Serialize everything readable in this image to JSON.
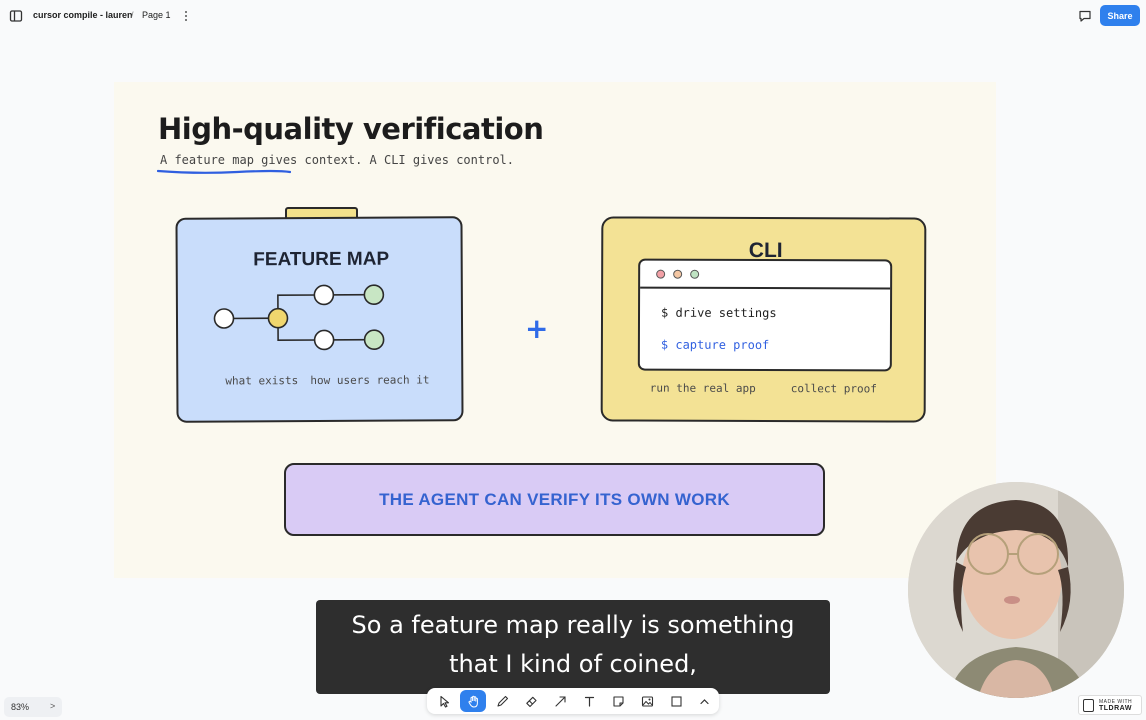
{
  "topbar": {
    "doc_title": "cursor compile - lauren",
    "separator": "/",
    "page_name": "Page 1",
    "share_label": "Share"
  },
  "slide": {
    "title": "High-quality verification",
    "subtitle": "A feature map gives context. A CLI gives control.",
    "feature_map": {
      "title": "FEATURE MAP",
      "label_left": "what exists",
      "label_right": "how users reach it"
    },
    "plus": "+",
    "cli": {
      "title": "CLI",
      "cmd1": "$ drive settings",
      "cmd2": "$ capture proof",
      "label_left": "run the real app",
      "label_right": "collect proof"
    },
    "banner": "THE AGENT CAN VERIFY ITS OWN WORK"
  },
  "caption": {
    "line1": "So a feature map really is something",
    "line2": "that I kind of coined,"
  },
  "bottom": {
    "zoom": "83%",
    "zoom_arrow": ">",
    "badge_top": "MADE WITH",
    "badge_bottom": "TLDRAW"
  },
  "colors": {
    "accent": "#2f80ed",
    "feature_card": "#c9ddfb",
    "cli_card": "#f3e295",
    "banner": "#d9cbf5",
    "banner_text": "#3563d0",
    "slide_bg": "#fbf9ef"
  },
  "icons": {
    "toolbar": [
      "select-icon",
      "hand-icon",
      "draw-icon",
      "eraser-icon",
      "arrow-icon",
      "text-icon",
      "note-icon",
      "image-icon",
      "rectangle-icon",
      "chevron-up-icon"
    ]
  }
}
